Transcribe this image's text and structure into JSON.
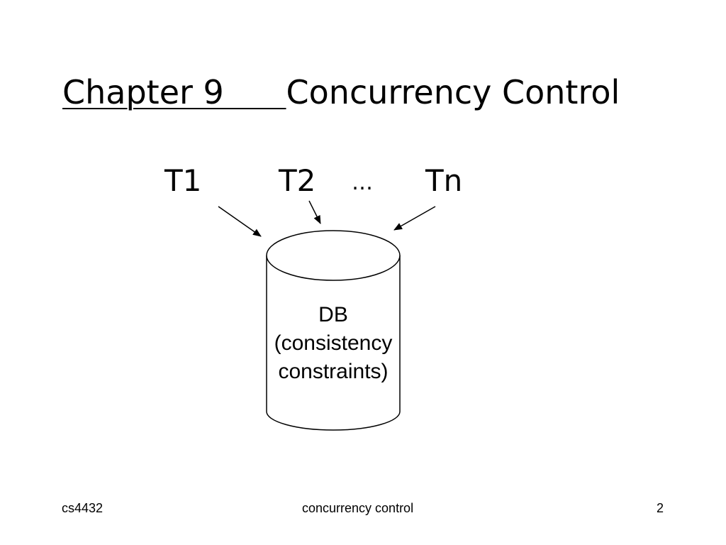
{
  "slide": {
    "title_underlined": "Chapter 9      ",
    "title_rest": "Concurrency Control",
    "transactions": [
      "T1",
      "T2",
      "…",
      "Tn"
    ],
    "db_label_lines": [
      "DB",
      "(consistency",
      "constraints)"
    ],
    "footer": {
      "left": "cs4432",
      "center": "concurrency control",
      "right": "2"
    }
  }
}
